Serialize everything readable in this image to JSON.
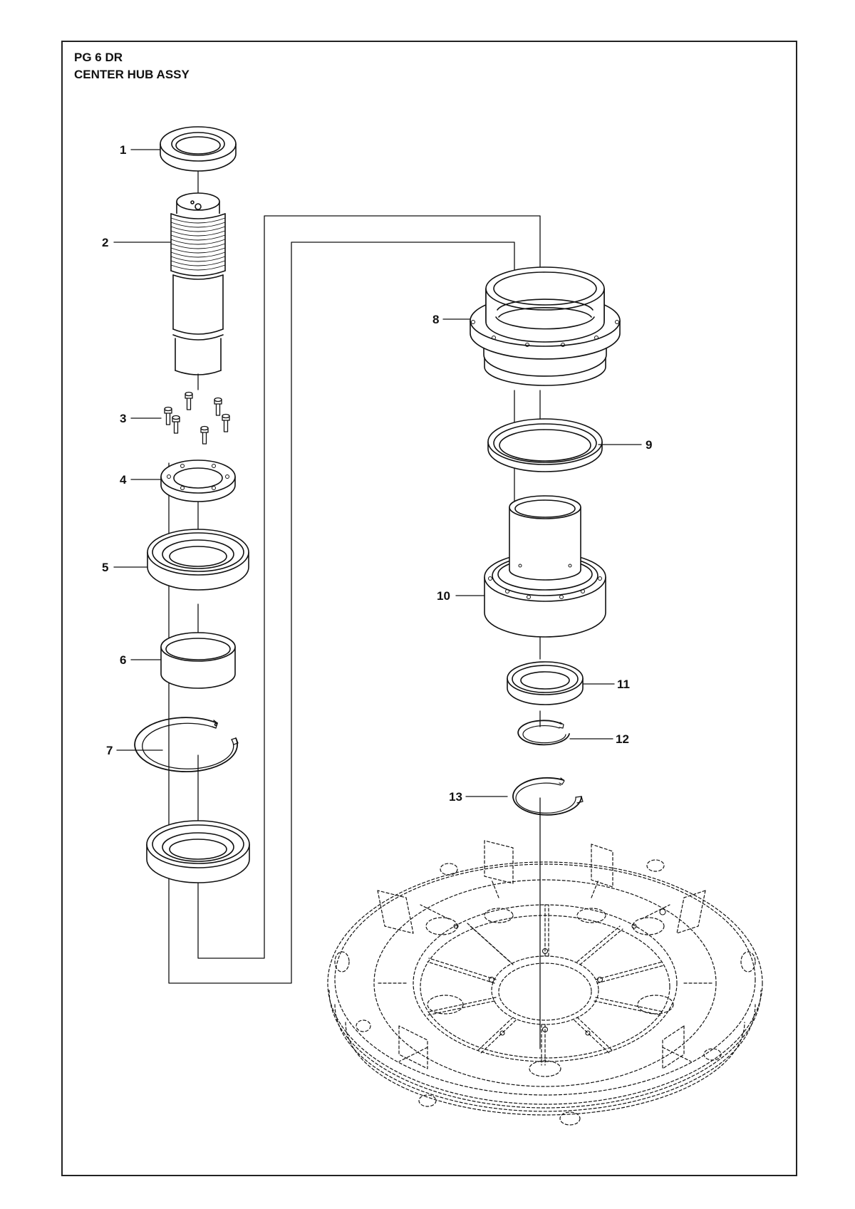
{
  "header": {
    "model": "PG 6 DR",
    "assembly": "CENTER HUB ASSY"
  },
  "callouts": [
    {
      "id": "1",
      "part": "upper-seal-ring"
    },
    {
      "id": "2",
      "part": "threaded-shaft"
    },
    {
      "id": "3",
      "part": "screws"
    },
    {
      "id": "4",
      "part": "flange-ring"
    },
    {
      "id": "5",
      "part": "upper-bearing"
    },
    {
      "id": "6",
      "part": "spacer-sleeve"
    },
    {
      "id": "7",
      "part": "retaining-ring-large"
    },
    {
      "id": "8",
      "part": "bearing-housing"
    },
    {
      "id": "9",
      "part": "housing-seal"
    },
    {
      "id": "10",
      "part": "hub"
    },
    {
      "id": "11",
      "part": "lower-bearing"
    },
    {
      "id": "12",
      "part": "retaining-ring-small"
    },
    {
      "id": "13",
      "part": "retaining-ring-medium"
    }
  ]
}
